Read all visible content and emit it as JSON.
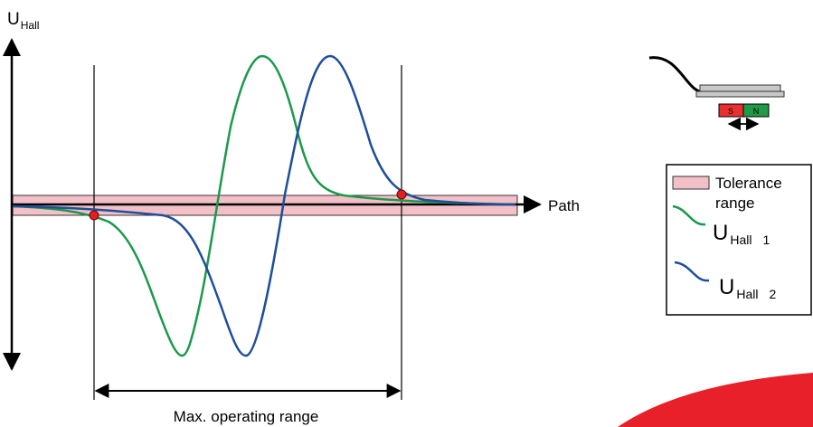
{
  "labels": {
    "y_axis_main": "U",
    "y_axis_sub": "Hall",
    "x_axis": "Path",
    "range_caption": "Max. operating range"
  },
  "legend": {
    "tolerance_line1": "Tolerance",
    "tolerance_line2": "range",
    "series1_main": "U",
    "series1_sub": "Hall",
    "series1_index": "1",
    "series2_main": "U",
    "series2_sub": "Hall",
    "series2_index": "2"
  },
  "sensor": {
    "pole_s": "S",
    "pole_n": "N"
  },
  "colors": {
    "series1": "#1a9a4a",
    "series2": "#1f4e9a",
    "tolerance_fill": "#f4c0c8",
    "marker": "#e02020",
    "accent_red": "#e8202a",
    "magnet_s": "#e8312f",
    "magnet_n": "#1f9a46",
    "sensor_body": "#c8c8c8"
  }
}
